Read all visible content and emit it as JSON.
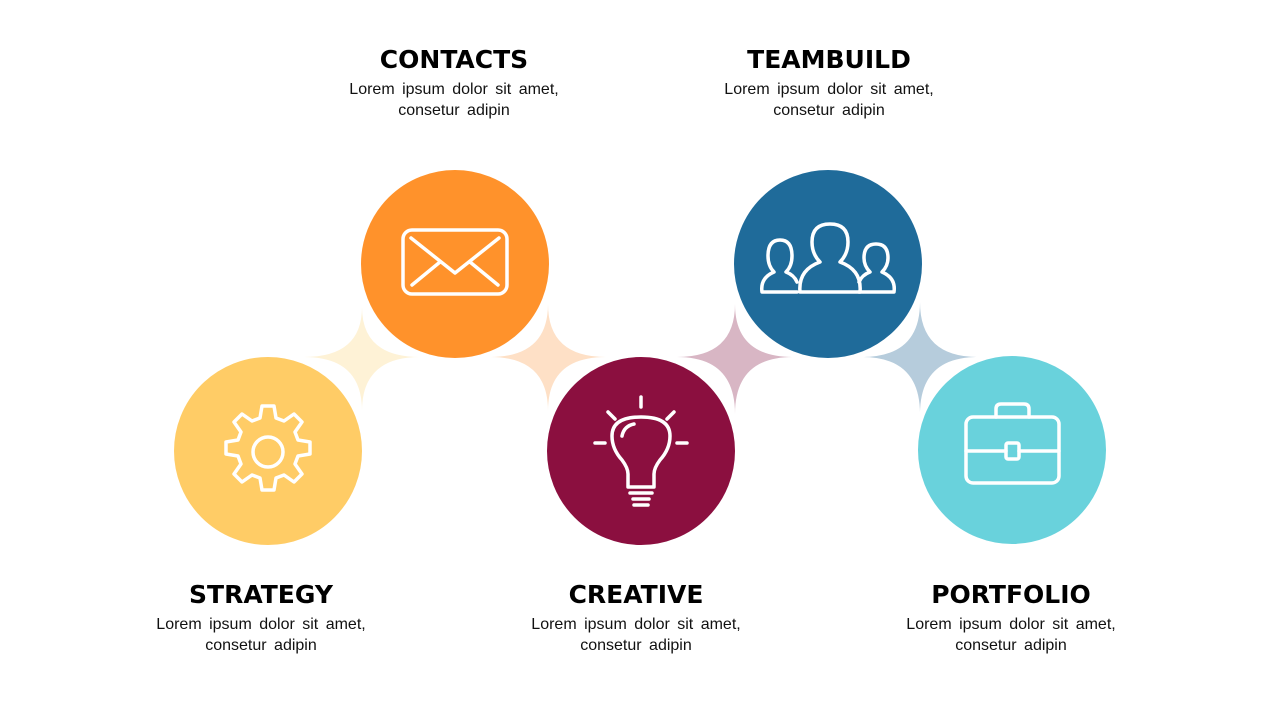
{
  "steps": [
    {
      "title": "STRATEGY",
      "line1": "Lorem ipsum dolor sit amet,",
      "line2": "consetur adipin",
      "color": "#FFCC66",
      "icon": "gear-icon"
    },
    {
      "title": "CONTACTS",
      "line1": "Lorem ipsum dolor sit amet,",
      "line2": "consetur adipin",
      "color": "#FF922B",
      "icon": "envelope-icon"
    },
    {
      "title": "CREATIVE",
      "line1": "Lorem ipsum dolor sit amet,",
      "line2": "consetur adipin",
      "color": "#8B0F3F",
      "icon": "lightbulb-icon"
    },
    {
      "title": "TEAMBUILD",
      "line1": "Lorem ipsum dolor sit amet,",
      "line2": "consetur adipin",
      "color": "#1F6B9A",
      "icon": "team-icon"
    },
    {
      "title": "PORTFOLIO",
      "line1": "Lorem ipsum dolor sit amet,",
      "line2": "consetur adipin",
      "color": "#69D2DC",
      "icon": "briefcase-icon"
    }
  ],
  "connectors": [
    {
      "color": "#FEF2D6"
    },
    {
      "color": "#FEE0C6"
    },
    {
      "color": "#D8B6C4"
    },
    {
      "color": "#B6CCDC"
    }
  ]
}
